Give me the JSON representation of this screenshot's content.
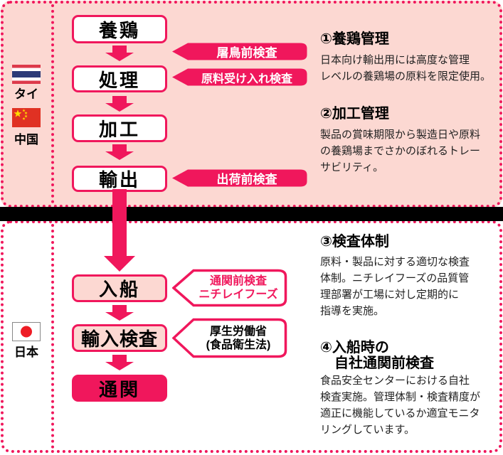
{
  "palette": {
    "accent": "#f0175c",
    "light_pink_background": "#fcd8d2",
    "divider_bar": "#000000",
    "badge_text_white": "#ffffff"
  },
  "origin": {
    "countries": [
      {
        "label": "タイ",
        "icon": "thailand-flag"
      },
      {
        "label": "中国",
        "icon": "china-flag"
      }
    ],
    "steps": [
      "養鶏",
      "処理",
      "加工",
      "輸出"
    ],
    "inspections": [
      "屠鳥前検査",
      "原料受け入れ検査",
      "出荷前検査"
    ],
    "notes": [
      {
        "heading": "①養鶏管理",
        "body": "日本向け輸出用には高度な管理\nレベルの養鶏場の原料を限定使用。"
      },
      {
        "heading": "②加工管理",
        "body": "製品の賞味期限から製造日や原料\nの養鶏場までさかのぼれるトレー\nサビリティ。"
      }
    ]
  },
  "japan": {
    "country": {
      "label": "日本",
      "icon": "japan-flag"
    },
    "steps": [
      "入船",
      "輸入検査",
      "通関"
    ],
    "inspections": [
      "通関前検査\nニチレイフーズ",
      "厚生労働省\n(食品衛生法)"
    ],
    "notes": [
      {
        "heading": "③検査体制",
        "body": "原料・製品に対する適切な検査\n体制。ニチレイフーズの品質管\n理部署が工場に対し定期的に\n指導を実施。"
      },
      {
        "heading": "④入船時の\n　自社通関前検査",
        "body": "食品安全センターにおける自社\n検査実施。管理体制・検査精度が\n適正に機能しているか適宜モニタ\nリングしています。"
      }
    ]
  }
}
